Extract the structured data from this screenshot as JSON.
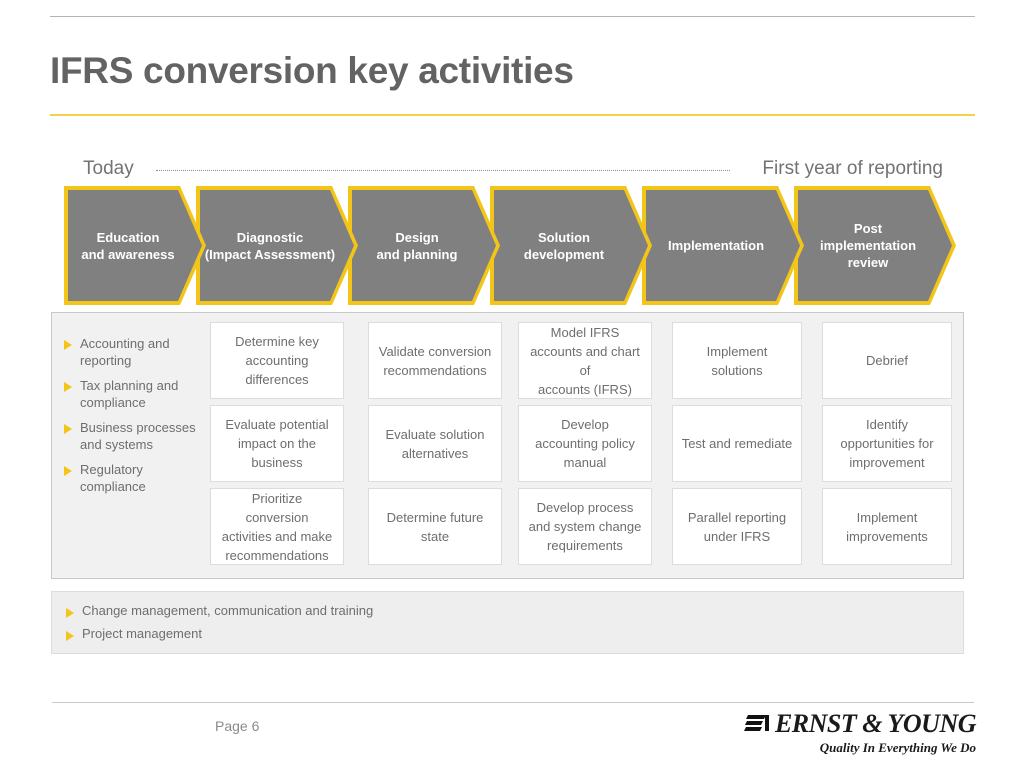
{
  "slide": {
    "title": "IFRS conversion key activities",
    "page_label": "Page 6",
    "accent_yellow": "#f3c518",
    "chevron_fill": "#808080",
    "text_gray": "#6e6e6e"
  },
  "timeline": {
    "left_label": "Today",
    "right_label": "First year of reporting"
  },
  "phases": [
    {
      "label": "Education\nand awareness"
    },
    {
      "label": "Diagnostic\n(Impact Assessment)"
    },
    {
      "label": "Design\nand planning"
    },
    {
      "label": "Solution\ndevelopment"
    },
    {
      "label": "Implementation"
    },
    {
      "label": "Post\nimplementation\nreview"
    }
  ],
  "scope_bullets": [
    {
      "text": "Accounting and reporting"
    },
    {
      "text": "Tax planning and compliance"
    },
    {
      "text": "Business processes and systems"
    },
    {
      "text": "Regulatory compliance"
    }
  ],
  "activity_columns": [
    {
      "phase": "Diagnostic (Impact Assessment)",
      "cards": [
        "Determine key\naccounting\ndifferences",
        "Evaluate potential\nimpact on the\nbusiness",
        "Prioritize\nconversion\nactivities and make\nrecommendations"
      ]
    },
    {
      "phase": "Design and planning",
      "cards": [
        "Validate conversion\nrecommendations",
        "Evaluate solution\nalternatives",
        "Determine future\nstate"
      ]
    },
    {
      "phase": "Solution development",
      "cards": [
        "Model IFRS\naccounts and  chart of\naccounts (IFRS)",
        "Develop\naccounting policy\nmanual",
        "Develop process\nand system change\nrequirements"
      ]
    },
    {
      "phase": "Implementation",
      "cards": [
        "Implement\nsolutions",
        "Test and remediate",
        "Parallel reporting\nunder IFRS"
      ]
    },
    {
      "phase": "Post implementation review",
      "cards": [
        "Debrief",
        "Identify\nopportunities for\nimprovement",
        "Implement\nimprovements"
      ]
    }
  ],
  "ongoing_bullets": [
    {
      "text": "Change management, communication and training"
    },
    {
      "text": "Project management"
    }
  ],
  "branding": {
    "company": "ERNST & YOUNG",
    "tagline": "Quality In Everything We Do"
  }
}
